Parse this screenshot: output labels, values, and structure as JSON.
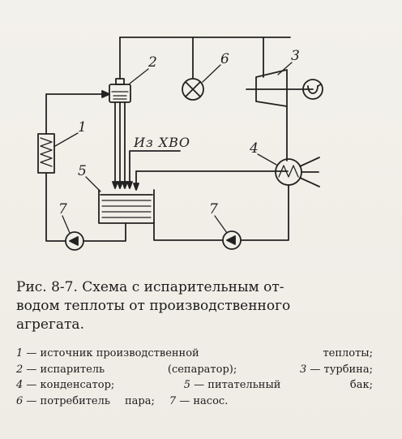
{
  "diagram": {
    "labels": {
      "n1": "1",
      "n2": "2",
      "n3": "3",
      "n4": "4",
      "n5": "5",
      "n6": "6",
      "n7a": "7",
      "n7b": "7",
      "hvo": "Из ХВО"
    }
  },
  "caption": {
    "lines": [
      "Рис. 8-7. Схема с испарительным от-",
      "водом теплоты от производственного",
      "агрегата."
    ]
  },
  "legend": {
    "lines": [
      [
        "1 — источник производственной",
        "теплоты;"
      ],
      [
        "2 — испаритель",
        "(сепаратор);",
        "3 — турбина;"
      ],
      [
        "4 — конденсатор;",
        "5 — питательный",
        "бак;"
      ],
      [
        "6 — потребитель",
        "пара;",
        "7 — насос."
      ]
    ]
  }
}
